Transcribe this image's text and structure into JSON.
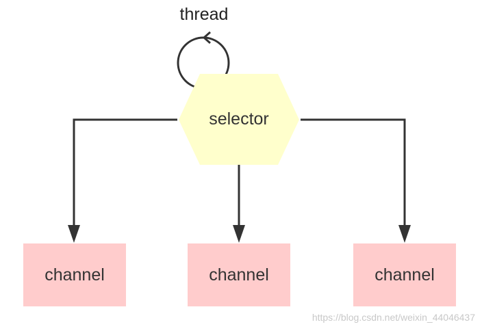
{
  "thread": {
    "label": "thread"
  },
  "selector": {
    "label": "selector"
  },
  "channels": [
    {
      "label": "channel"
    },
    {
      "label": "channel"
    },
    {
      "label": "channel"
    }
  ],
  "watermark": "https://blog.csdn.net/weixin_44046437",
  "colors": {
    "selector_fill": "#ffffcc",
    "channel_fill": "#ffcccc",
    "stroke": "#333333"
  }
}
